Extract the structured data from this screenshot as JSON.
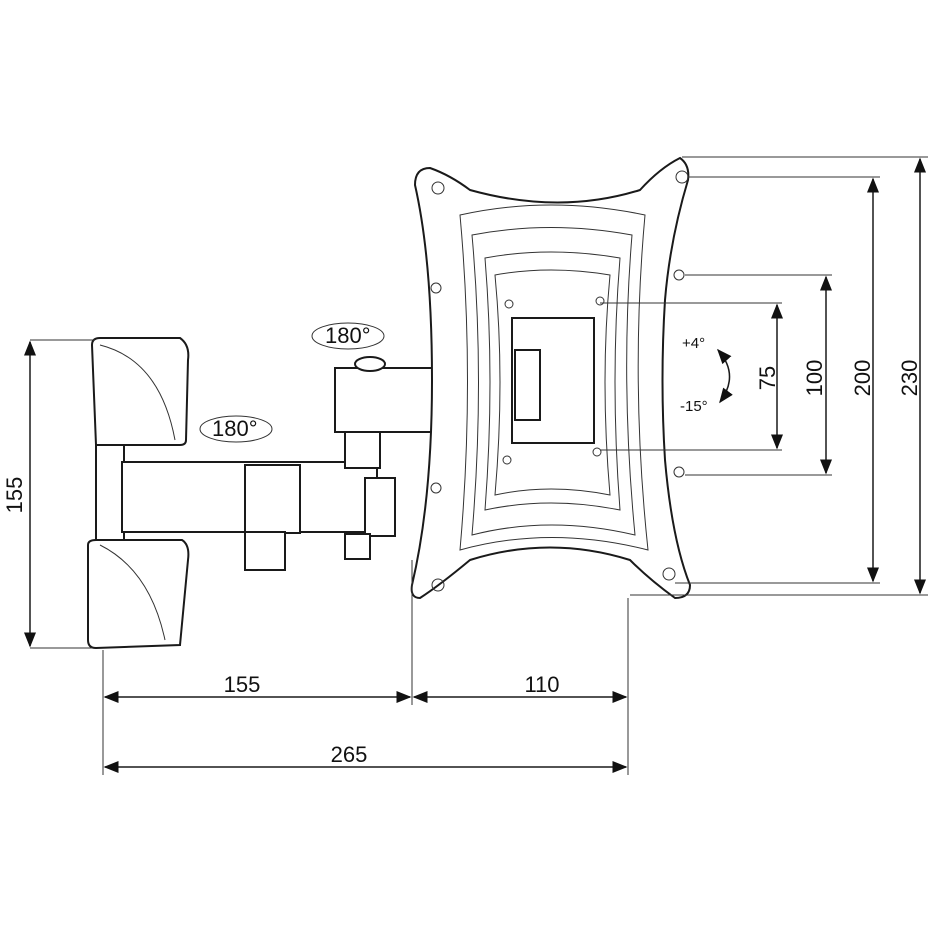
{
  "rotation_labels": {
    "upper_joint": "180°",
    "lower_joint": "180°"
  },
  "tilt": {
    "up": "+4°",
    "down": "-15°"
  },
  "dimensions": {
    "vesa_75": "75",
    "vesa_100": "100",
    "vesa_200": "200",
    "plate_height": "230",
    "wall_plate_height": "155",
    "arm_extension": "155",
    "plate_depth": "110",
    "total_extension": "265"
  }
}
